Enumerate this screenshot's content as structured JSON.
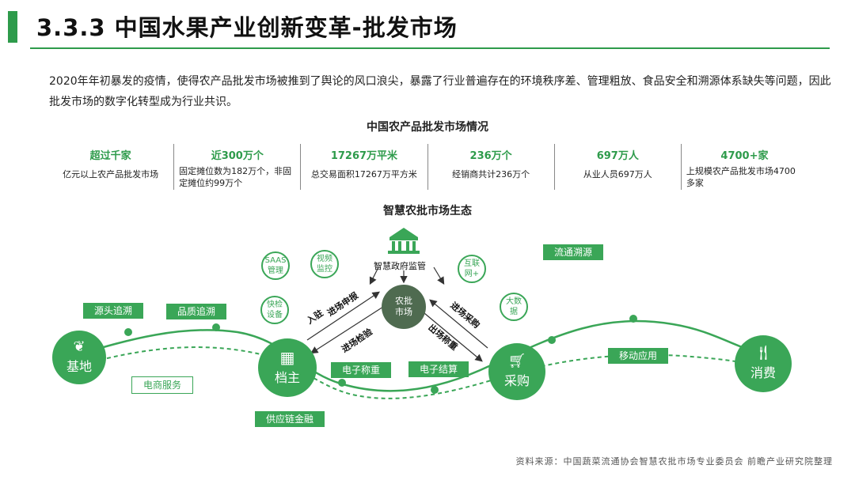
{
  "title": "3.3.3  中国水果产业创新变革-批发市场",
  "intro": "2020年年初暴发的疫情，使得农产品批发市场被推到了舆论的风口浪尖，暴露了行业普遍存在的环境秩序差、管理粗放、食品安全和溯源体系缺失等问题，因此批发市场的数字化转型成为行业共识。",
  "stats_title": "中国农产品批发市场情况",
  "stats": [
    {
      "value": "超过千家",
      "desc": "亿元以上农产品批发市场"
    },
    {
      "value": "近300万个",
      "desc": "固定摊位数为182万个，非固定摊位约99万个"
    },
    {
      "value": "17267万平米",
      "desc": "总交易面积17267万平方米"
    },
    {
      "value": "236万个",
      "desc": "经销商共计236万个"
    },
    {
      "value": "697万人",
      "desc": "从业人员697万人"
    },
    {
      "value": "4700+家",
      "desc": "上规模农产品批发市场4700多家"
    }
  ],
  "eco_title": "智慧农批市场生态",
  "nodes": {
    "base": "基地",
    "vendor": "档主",
    "purchase": "采购",
    "consume": "消费"
  },
  "center": {
    "line1": "农批",
    "line2": "市场"
  },
  "gov": "智慧政府监管",
  "tags": {
    "source_trace": "源头追溯",
    "quality_trace": "品质追溯",
    "ecommerce": "电商服务",
    "e_scale": "电子称重",
    "e_settle": "电子结算",
    "supply_finance": "供应链金融",
    "circulation_trace": "流通溯源",
    "mobile_app": "移动应用"
  },
  "bubbles": {
    "saas": [
      "SAAS",
      "管理"
    ],
    "video": [
      "视频",
      "监控"
    ],
    "inspect": [
      "快检",
      "设备"
    ],
    "internet": [
      "互联",
      "网+"
    ],
    "bigdata": [
      "大数",
      "据"
    ]
  },
  "flows": {
    "enter": "入驻",
    "enter_apply": "进场申报",
    "enter_inspect": "进场检验",
    "enter_purchase": "进场采购",
    "exit_weigh": "出场称重"
  },
  "source": "资料来源：中国蔬菜流通协会智慧农批市场专业委员会 前瞻产业研究院整理",
  "colors": {
    "accent": "#3aa657",
    "title_bar": "#2e9b4b",
    "center": "#4f6b50"
  }
}
